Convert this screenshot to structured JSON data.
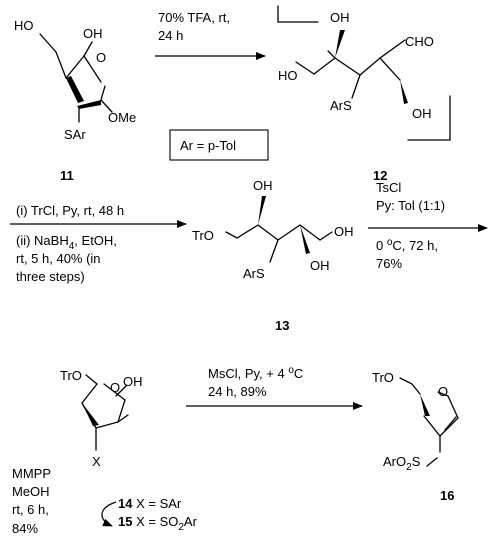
{
  "compounds": {
    "c11": {
      "number": "11",
      "ho": "HO",
      "oh": "OH",
      "ome": "OMe",
      "sar": "SAr"
    },
    "c12": {
      "number": "12",
      "oh_top": "OH",
      "cho": "CHO",
      "ho": "HO",
      "ars": "ArS",
      "oh_bot": "OH"
    },
    "c13": {
      "number": "13",
      "oh_top": "OH",
      "tro": "TrO",
      "oh_right": "OH",
      "ars": "ArS",
      "oh_bot": "OH"
    },
    "c14_15": {
      "tro": "TrO",
      "oh": "OH",
      "x": "X",
      "line1_num": "14",
      "line1_txt": " X = SAr",
      "line2_num": "15",
      "line2_txt": " X = SO",
      "line2_sub": "2",
      "line2_end": "Ar"
    },
    "c16": {
      "number": "16",
      "tro": "TrO",
      "aro": "ArO",
      "sub": "2",
      "s": "S"
    }
  },
  "ar_definition": "Ar = p-Tol",
  "conditions": {
    "step1": {
      "line1": "70% TFA, rt,",
      "line2": "24 h"
    },
    "step2": {
      "line1": "(i) TrCl, Py, rt, 48 h",
      "line2_a": "(ii) NaBH",
      "line2_sub": "4",
      "line2_b": ", EtOH,",
      "line3": "rt, 5 h, 40% (in",
      "line4": "three steps)"
    },
    "step3": {
      "line1": "TsCl",
      "line2": "Py: Tol (1:1)",
      "line3_a": "0 ",
      "line3_sup": "o",
      "line3_b": "C, 72 h,",
      "line4": "76%"
    },
    "step4": {
      "line1_a": "MsCl, Py, + 4 ",
      "line1_sup": "o",
      "line1_b": "C",
      "line2": "24 h, 89%"
    },
    "mmpp": {
      "line1": "MMPP",
      "line2": "MeOH",
      "line3": "rt, 6 h,",
      "line4": "84%"
    }
  }
}
